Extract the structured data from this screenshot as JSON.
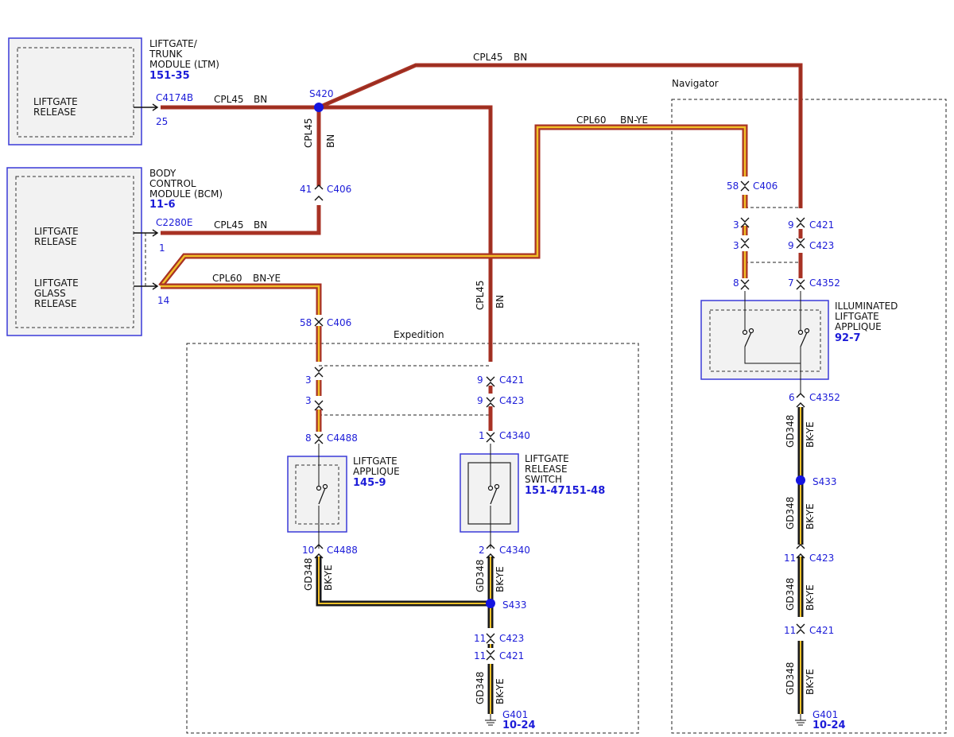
{
  "modules": {
    "ltm": {
      "title1": "LIFTGATE/",
      "title2": "TRUNK",
      "title3": "MODULE (LTM)",
      "ref": "151-35",
      "inner_label1": "LIFTGATE",
      "inner_label2": "RELEASE"
    },
    "bcm": {
      "title1": "BODY",
      "title2": "CONTROL",
      "title3": "MODULE (BCM)",
      "ref": "11-6",
      "label_release1": "LIFTGATE",
      "label_release2": "RELEASE",
      "label_glass1": "LIFTGATE",
      "label_glass2": "GLASS",
      "label_glass3": "RELEASE"
    },
    "liftgate_applique": {
      "title1": "LIFTGATE",
      "title2": "APPLIQUE",
      "ref": "145-9"
    },
    "release_switch": {
      "title1": "LIFTGATE",
      "title2": "RELEASE",
      "title3": "SWITCH",
      "ref": "151-47151-48"
    },
    "illuminated_applique": {
      "title1": "ILLUMINATED",
      "title2": "LIFTGATE",
      "title3": "APPLIQUE",
      "ref": "92-7"
    }
  },
  "regions": {
    "navigator": "Navigator",
    "expedition": "Expedition"
  },
  "wires": {
    "cpl45": "CPL45",
    "bn": "BN",
    "cpl60": "CPL60",
    "bnye": "BN-YE",
    "gd348": "GD348",
    "bkye": "BK-YE"
  },
  "splices": {
    "s420": "S420",
    "s433": "S433"
  },
  "connectors": {
    "c4174b": "C4174B",
    "c2280e": "C2280E",
    "c406": "C406",
    "c421": "C421",
    "c423": "C423",
    "c4352": "C4352",
    "c4488": "C4488",
    "c4340": "C4340"
  },
  "pins": {
    "p25": "25",
    "p1": "1",
    "p14": "14",
    "p41": "41",
    "p58": "58",
    "p3": "3",
    "p9": "9",
    "p8": "8",
    "p7": "7",
    "p6": "6",
    "p10": "10",
    "p2": "2",
    "p11": "11"
  },
  "grounds": {
    "g401": "G401",
    "ref": "10-24"
  },
  "colors": {
    "bn": "#a83224",
    "ye": "#f2c028",
    "bk": "#1a1a1a",
    "module_border": "#3a3ad8",
    "pin_text": "#1c1cd8"
  }
}
